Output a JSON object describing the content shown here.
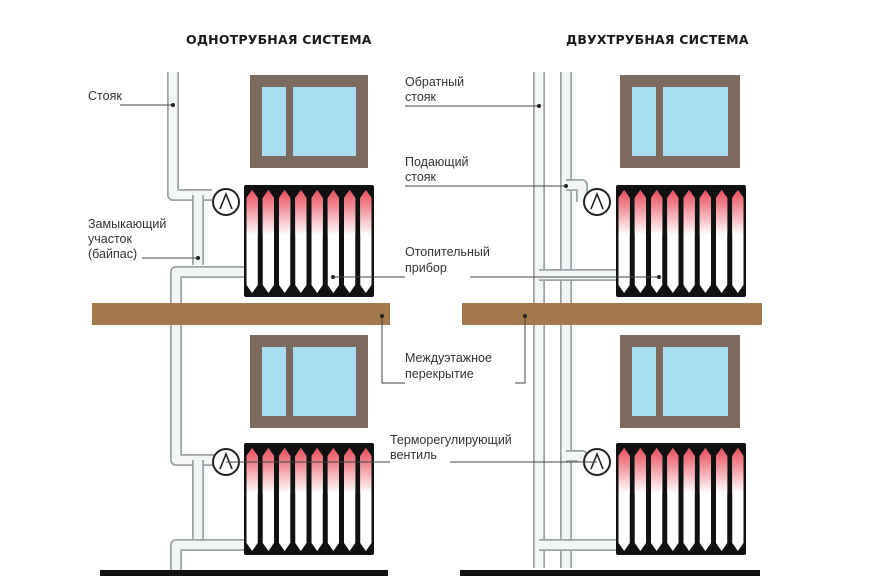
{
  "titles": {
    "single": "ОДНОТРУБНАЯ СИСТЕМА",
    "double": "ДВУХТРУБНАЯ СИСТЕМА"
  },
  "labels": {
    "riser": "Стояк",
    "bypass_1": "Замыкающий",
    "bypass_2": "участок",
    "bypass_3": "(байпас)",
    "return_riser_1": "Обратный",
    "return_riser_2": "стояк",
    "supply_riser_1": "Подающий",
    "supply_riser_2": "стояк",
    "heater_1": "Отопительный",
    "heater_2": "прибор",
    "floor_slab_1": "Междуэтажное",
    "floor_slab_2": "перекрытие",
    "valve_1": "Терморегулирующий",
    "valve_2": "вентиль"
  },
  "colors": {
    "pipe_fill": "#f4f6f6",
    "pipe_stroke": "#9aa3a8",
    "window_frame": "#7d6a5e",
    "window_glass": "#a8dcf0",
    "slab": "#a47a4c",
    "radiator_hot": "#e94b5a",
    "radiator_dark": "#111111",
    "leader": "#444444"
  }
}
